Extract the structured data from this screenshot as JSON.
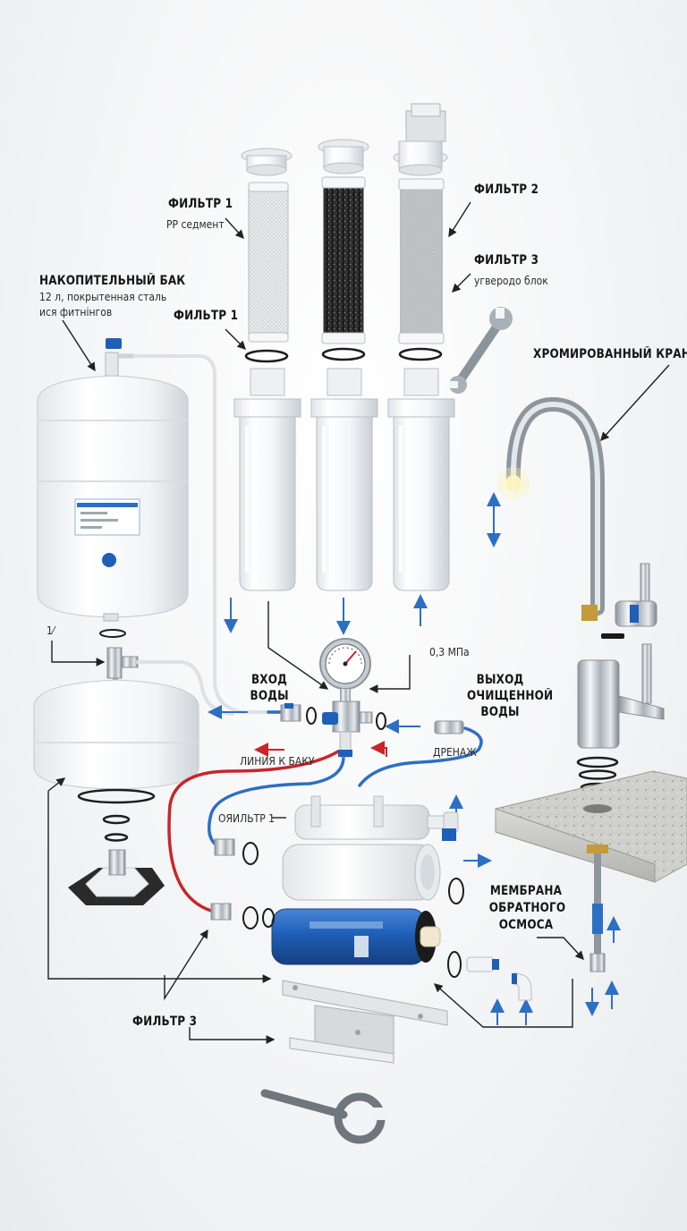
{
  "labels": {
    "filter1_top": {
      "title": "ФИЛЬТР 1",
      "sub": "PP седмент"
    },
    "filter1_mid": {
      "title": "ФИЛЬТР 1"
    },
    "filter2": {
      "title": "ФИЛЬТР 2"
    },
    "filter3_top": {
      "title": "ФИЛЬТР 3",
      "sub": "угверодо блок"
    },
    "tank": {
      "title": "НАКОПИТЕЛЬНЫЙ БАК",
      "sub1": "12 л, покрытенная сталь",
      "sub2": "ися фитнінгов"
    },
    "faucet": {
      "title": "ХРОМИРОВАННЫЙ КРАН"
    },
    "water_in": {
      "line1": "ВХОД",
      "line2": "ВОДЫ"
    },
    "pressure": {
      "value": "0,3 МПа"
    },
    "water_out": {
      "line1": "ВЫХОД",
      "line2": "ОЧИЩЕННОЙ",
      "line3": "ВОДЫ"
    },
    "drain": {
      "title": "ДРЕНАЖ"
    },
    "tank_line": {
      "title": "ЛИНИЯ К БАКУ"
    },
    "postfilter": {
      "title": "ОЯИЛЬТР 1"
    },
    "membrane": {
      "line1": "МЕМБРАНА",
      "line2": "ОБРАТНОГО",
      "line3": "ОСМОСА"
    },
    "filter3_bottom": {
      "title": "ФИЛЬТР 3"
    },
    "small_mark": {
      "title": "1⁄"
    }
  },
  "colors": {
    "feed_line": "#2c6fc4",
    "tank_line": "#c8252b",
    "accent_blue": "#1f5fb8",
    "chrome": "#b9c0c7"
  },
  "icons": [
    "pressure-gauge-icon",
    "wrench-icon",
    "arrow-up-icon",
    "arrow-down-icon"
  ]
}
